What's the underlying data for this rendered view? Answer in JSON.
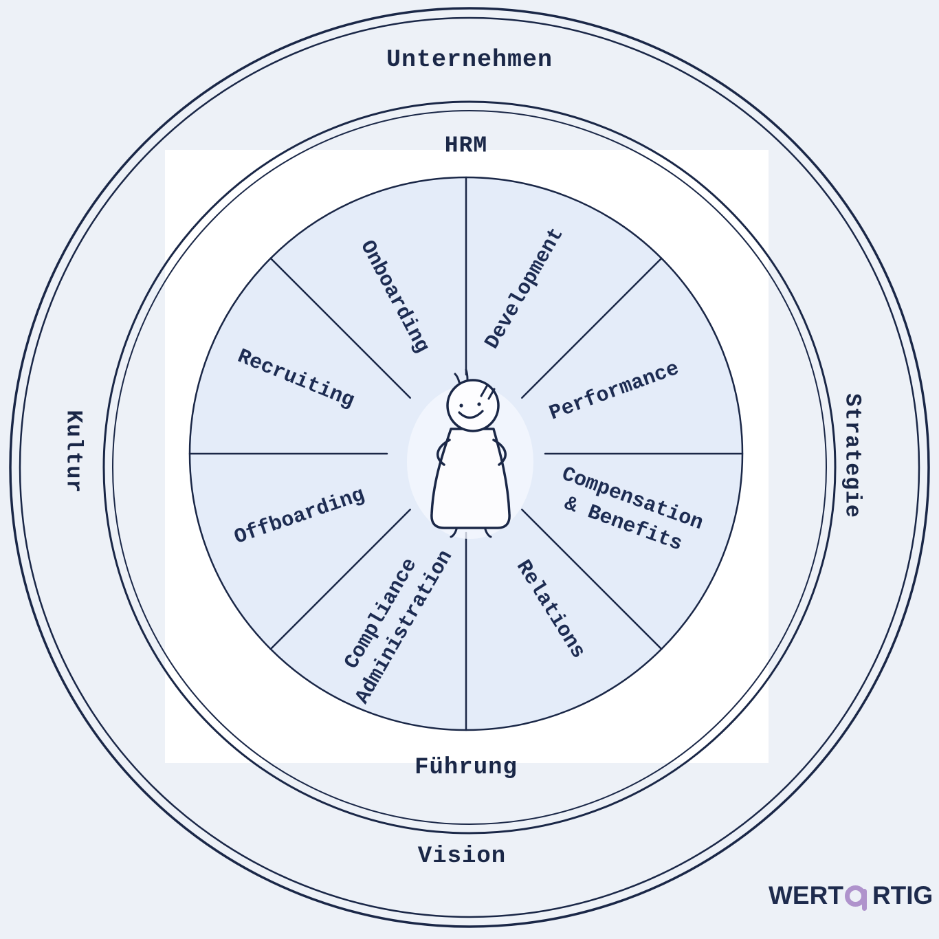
{
  "page": {
    "background_color": "#edf1f7",
    "ink_color": "#1a2747",
    "wheel_fill_color": "#e4ecf9"
  },
  "rings": {
    "outer_top": "Unternehmen",
    "outer_left": "Kultur",
    "outer_right": "Strategie",
    "outer_bottom": "Vision",
    "middle_top": "HRM",
    "middle_bottom": "Führung"
  },
  "wheel": {
    "segments": [
      {
        "label": "Onboarding"
      },
      {
        "label": "Development"
      },
      {
        "label": "Performance"
      },
      {
        "line1": "Compensation",
        "line2": "& Benefits"
      },
      {
        "label": "Relations"
      },
      {
        "line1": "Compliance",
        "line2": "Administration"
      },
      {
        "label": "Offboarding"
      },
      {
        "label": "Recruiting"
      }
    ],
    "center_icon": "person-icon"
  },
  "logo": {
    "part1": "WERT",
    "part2": "RTIG",
    "accent_color": "#af93cc"
  }
}
